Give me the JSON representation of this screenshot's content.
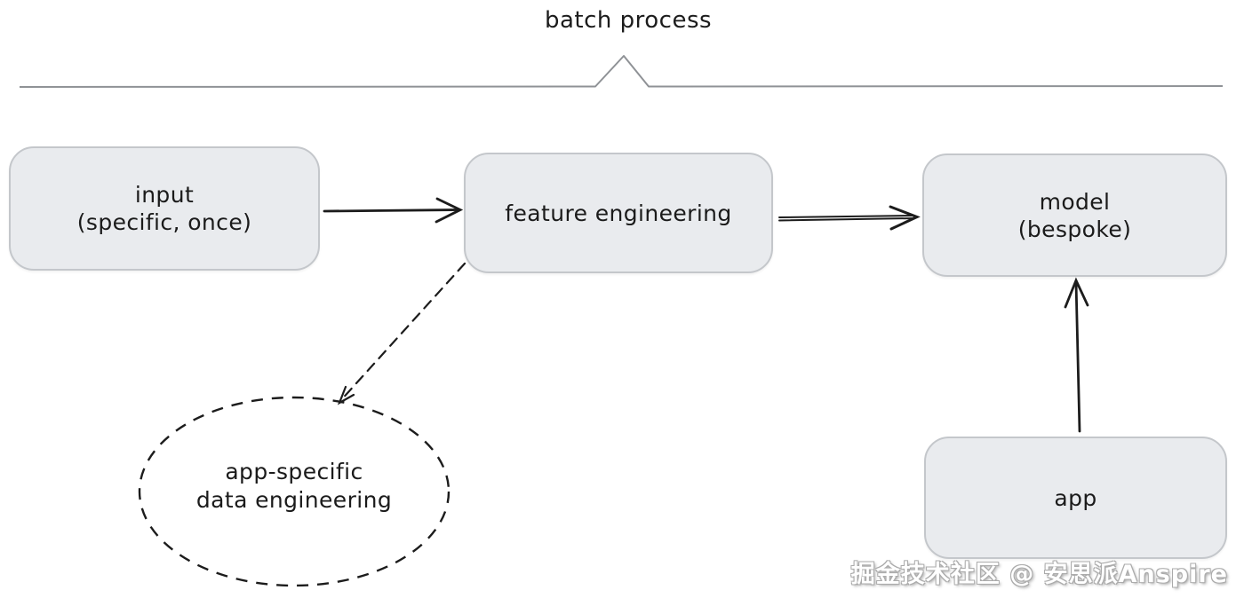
{
  "diagram": {
    "title": "batch process",
    "nodes": {
      "input": {
        "line1": "input",
        "line2": "(specific, once)"
      },
      "feature_engineering": {
        "line1": "feature engineering"
      },
      "model": {
        "line1": "model",
        "line2": "(bespoke)"
      },
      "app": {
        "line1": "app"
      },
      "data_engineering": {
        "line1": "app-specific",
        "line2": "data engineering"
      }
    },
    "edges": {
      "input_to_feature": "solid-arrow",
      "feature_to_model": "double-line-arrow",
      "app_to_model": "solid-arrow-up",
      "feature_to_data_engineering": "dashed-arrow"
    },
    "watermark": "掘金技术社区 @ 安思派Anspire",
    "colors": {
      "background": "#ffffff",
      "node_fill": "#e9ebee",
      "node_border": "#c4c7cb",
      "ink": "#1c1c1c",
      "separator_line": "#8f9296",
      "watermark_fill": "#ffffff",
      "watermark_outline": "#ababab"
    }
  }
}
